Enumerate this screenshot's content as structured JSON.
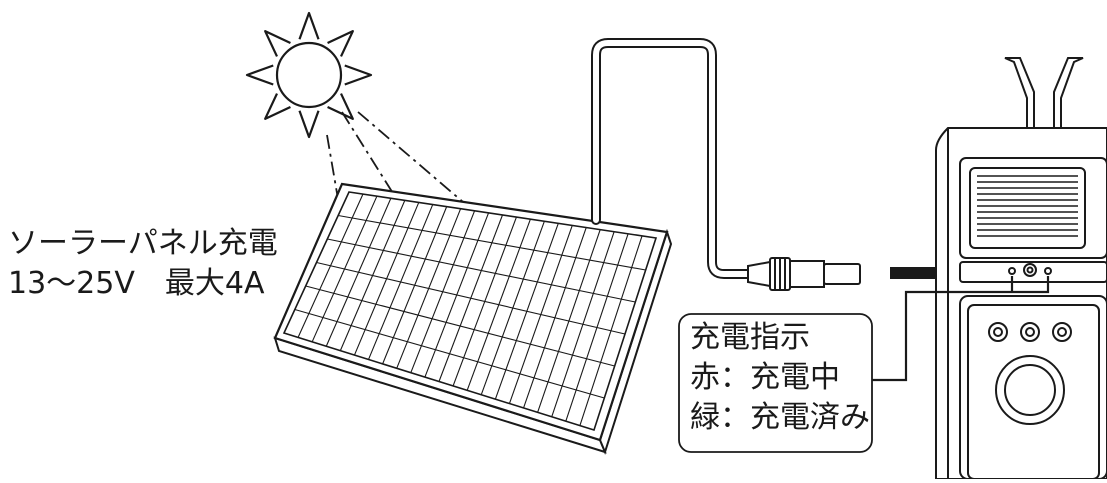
{
  "solar_label": {
    "line1": "ソーラーパネル充電",
    "line2": "13～25V　最大4A"
  },
  "indicator_label": {
    "line1": "充電指示",
    "line2": "赤：充電中",
    "line3": "緑：充電済み"
  },
  "colors": {
    "ink": "#1a1a1a",
    "background": "#ffffff"
  },
  "icons": [
    "sun-icon",
    "solar-panel-icon",
    "dc-plug-icon",
    "arrow-right-icon",
    "power-station-icon"
  ]
}
